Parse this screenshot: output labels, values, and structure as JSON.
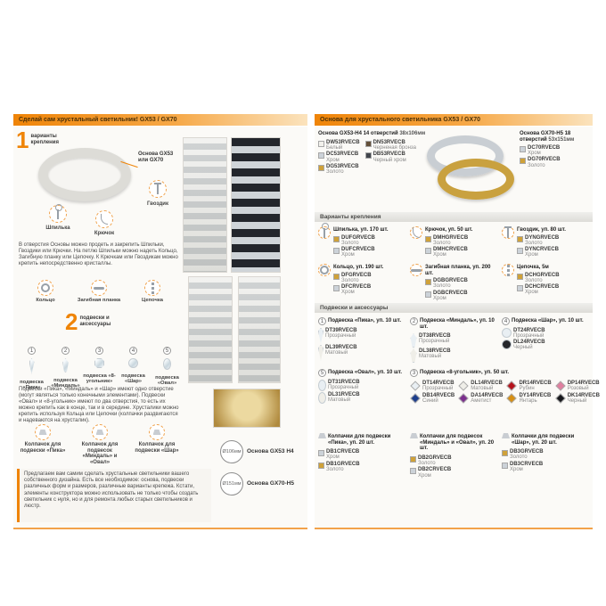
{
  "colors": {
    "accent": "#ef8407",
    "gold": "#cfa139",
    "chrome": "#ccd2d8",
    "white": "#f2f1ec",
    "black_chrome": "#41454c",
    "bronze": "#63503a"
  },
  "left": {
    "header": "Сделай сам хрустальный светильник! GX53 / GX70",
    "step1_num": "1",
    "step1_label": "варианты крепления",
    "base_callout": "Основа GX53 или GX70",
    "fastener1": "Шпилька",
    "fastener2": "Крючок",
    "fastener3": "Гвоздик",
    "para1": "В отверстия Основы можно продеть и закрепить Шпильки, Гвоздики или Крючки. На петлю Шпильки можно надеть Кольцо, Загибную планку или Цепочку. К Крючкам или Гвоздикам можно крепить непосредственно кристаллы.",
    "link1": "Кольцо",
    "link2": "Загибная планка",
    "link3": "Цепочка",
    "step2_num": "2",
    "step2_label": "подвески и аксессуары",
    "pendants": [
      {
        "num": "1",
        "label": "подвеска «Пика»"
      },
      {
        "num": "2",
        "label": "подвеска «Миндаль»"
      },
      {
        "num": "3",
        "label": "подвеска «8-угольник»"
      },
      {
        "num": "4",
        "label": "подвеска «Шар»"
      },
      {
        "num": "5",
        "label": "подвеска «Овал»"
      }
    ],
    "para2": "Подвески «Пика», «Миндаль» и «Шар» имеют одно отверстие (могут являться только конечными элементами). Подвески «Овал» и «8-угольник» имеют по два отверстия, то есть их можно крепить как в конце, так и в середине. Хрусталики можно крепить используя Кольца или Цепочки (колпачки раздвигаются и надеваются на хрусталик).",
    "cap1": "Колпачок для подвески «Пика»",
    "cap2": "Колпачок для подвесок «Миндаль» и «Овал»",
    "cap3": "Колпачок для подвески «Шар»",
    "footer": "Предлагаем вам самим сделать хрустальные светильники вашего собственного дизайна. Есть все необходимое: основа, подвески различных форм и размеров, различные варианты крепежа. Кстати, элементы конструктора можно использовать не только чтобы создать светильник с нуля, но и для ремонта любых старых светильников и люстр.",
    "base1_label": "Основа GX53 H4",
    "base1_size": "Ø106мм",
    "base2_label": "Основа GX70-H5",
    "base2_size": "Ø151мм"
  },
  "right": {
    "header": "Основа для хрустального светильника GX53 / GX70",
    "base53_title": "Основа GX53-H4 14 отверстий",
    "base53_size": "38х106мм",
    "base53_colors": [
      {
        "code": "DW53RVECB",
        "name": "Белый",
        "hex": "#f2f1ec"
      },
      {
        "code": "DN53RVECB",
        "name": "Черненая бронза",
        "hex": "#63503a"
      },
      {
        "code": "DC53RVECB",
        "name": "Хром",
        "hex": "#ccd2d8"
      },
      {
        "code": "DB53RVECB",
        "name": "Черный хром",
        "hex": "#41454c"
      },
      {
        "code": "DG53RVECB",
        "name": "Золото",
        "hex": "#cfa139"
      }
    ],
    "base70_title": "Основа GX70-H5 18 отверстий",
    "base70_size": "53х151мм",
    "base70_colors": [
      {
        "code": "DC70RVECB",
        "name": "Хром",
        "hex": "#ccd2d8"
      },
      {
        "code": "DG70RVECB",
        "name": "Золото",
        "hex": "#cfa139"
      }
    ],
    "sec_mount": "Варианты крепления",
    "mount": [
      {
        "name": "Шпилька, уп. 170 шт.",
        "c1": "DUFGRVECB",
        "n1": "Золото",
        "h1": "#cfa139",
        "c2": "DUFCRVECB",
        "n2": "Хром",
        "h2": "#ccd2d8"
      },
      {
        "name": "Крючок, уп. 50 шт.",
        "c1": "DMHGRVECB",
        "n1": "Золото",
        "h1": "#cfa139",
        "c2": "DMHCRVECB",
        "n2": "Хром",
        "h2": "#ccd2d8"
      },
      {
        "name": "Гвоздик, уп. 80 шт.",
        "c1": "DYNGRVECB",
        "n1": "Золото",
        "h1": "#cfa139",
        "c2": "DYNCRVECB",
        "n2": "Хром",
        "h2": "#ccd2d8"
      },
      {
        "name": "Кольцо, уп. 190 шт.",
        "c1": "DFGRVECB",
        "n1": "Золото",
        "h1": "#cfa139",
        "c2": "DFCRVECB",
        "n2": "Хром",
        "h2": "#ccd2d8"
      },
      {
        "name": "Загибная планка, уп. 200 шт.",
        "c1": "DGBGRVECB",
        "n1": "Золото",
        "h1": "#cfa139",
        "c2": "DGBCRVECB",
        "n2": "Хром",
        "h2": "#ccd2d8"
      },
      {
        "name": "Цепочка, 5м",
        "c1": "DCHGRVECB",
        "n1": "Золото",
        "h1": "#cfa139",
        "c2": "DCHCRVECB",
        "n2": "Хром",
        "h2": "#ccd2d8"
      }
    ],
    "sec_acc": "Подвески и аксессуары",
    "acc": [
      {
        "badge": "1",
        "title": "Подвеска «Пика», уп. 10 шт.",
        "c1": "DT39RVECB",
        "n1": "Прозрачный",
        "h1": "#e9eff3",
        "c2": "DL39RVECB",
        "n2": "Матовый",
        "h2": "#efeee8"
      },
      {
        "badge": "2",
        "title": "Подвеска «Миндаль», уп. 10 шт.",
        "c1": "DT38RVECB",
        "n1": "Прозрачный",
        "h1": "#e9eff3",
        "c2": "DL38RVECB",
        "n2": "Матовый",
        "h2": "#efeee8"
      },
      {
        "badge": "4",
        "title": "Подвеска «Шар», уп. 10 шт.",
        "c1": "DT24RVECB",
        "n1": "Прозрачный",
        "h1": "#e9eff3",
        "c2": "DL24RVECB",
        "n2": "Черный",
        "h2": "#24262b"
      },
      {
        "badge": "5",
        "title": "Подвеска «Овал», уп. 10 шт.",
        "c1": "DT31RVECB",
        "n1": "Прозрачный",
        "h1": "#e9eff3",
        "c2": "DL31RVECB",
        "n2": "Матовый",
        "h2": "#efeee8"
      }
    ],
    "octagon": {
      "badge": "3",
      "title": "Подвеска «8-угольник», уп. 50 шт.",
      "colors": [
        {
          "code": "DT14RVECB",
          "name": "Прозрачный",
          "hex": "#e9eff3"
        },
        {
          "code": "DL14RVECB",
          "name": "Матовый",
          "hex": "#efeee8"
        },
        {
          "code": "DR14RVECB",
          "name": "Рубин",
          "hex": "#b5121b"
        },
        {
          "code": "DP14RVECB",
          "name": "Розовый",
          "hex": "#e07f9f"
        },
        {
          "code": "DB14RVECB",
          "name": "Синий",
          "hex": "#1d3e8c"
        },
        {
          "code": "DA14RVECB",
          "name": "Аметист",
          "hex": "#7c2f8e"
        },
        {
          "code": "DY14RVECB",
          "name": "Янтарь",
          "hex": "#d78f12"
        },
        {
          "code": "DK14RVECB",
          "name": "Черный",
          "hex": "#17181c"
        }
      ]
    },
    "caps": [
      {
        "title": "Колпачки для подвески «Пика», уп. 20 шт.",
        "c1": "DB1CRVECB",
        "n1": "Хром",
        "h1": "#ccd2d8",
        "c2": "DB1GRVECB",
        "n2": "Золото",
        "h2": "#cfa139"
      },
      {
        "title": "Колпачки для подвесок «Миндаль» и «Овал», уп. 20 шт.",
        "c1": "DB2GRVECB",
        "n1": "Золото",
        "h1": "#cfa139",
        "c2": "DB2CRVECB",
        "n2": "Хром",
        "h2": "#ccd2d8"
      },
      {
        "title": "Колпачки для подвески «Шар», уп. 20 шт.",
        "c1": "DB3GRVECB",
        "n1": "Золото",
        "h1": "#cfa139",
        "c2": "DB3CRVECB",
        "n2": "Хром",
        "h2": "#ccd2d8"
      }
    ]
  }
}
